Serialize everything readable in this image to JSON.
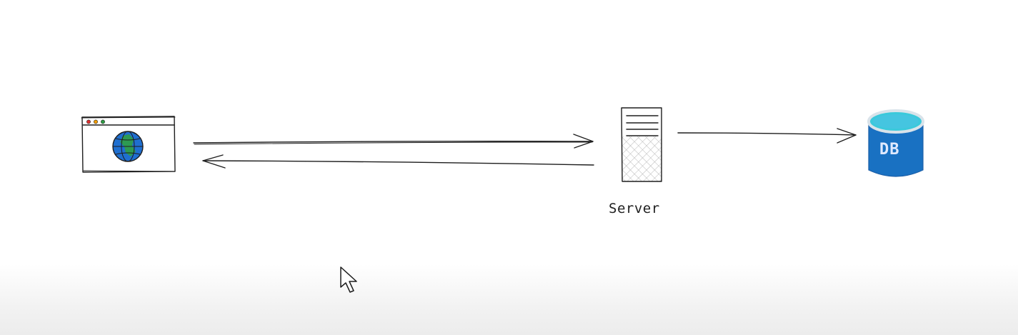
{
  "diagram": {
    "nodes": {
      "browser": {
        "icon": "browser-window-globe-icon"
      },
      "server": {
        "icon": "server-tower-icon",
        "label": "Server"
      },
      "database": {
        "icon": "database-cylinder-icon",
        "label": "DB"
      }
    },
    "edges": [
      {
        "from": "browser",
        "to": "server",
        "direction": "request"
      },
      {
        "from": "server",
        "to": "browser",
        "direction": "response"
      },
      {
        "from": "server",
        "to": "database",
        "direction": "query"
      }
    ]
  },
  "colors": {
    "stroke": "#1e1e1e",
    "globe_blue": "#1f6fd0",
    "globe_green": "#2f9e44",
    "db_blue": "#1971c2",
    "db_top": "#3bc9db",
    "window_red": "#e03131",
    "window_yellow": "#f59f00",
    "window_green": "#2f9e44"
  },
  "cursor": {
    "icon": "mouse-pointer-icon"
  }
}
